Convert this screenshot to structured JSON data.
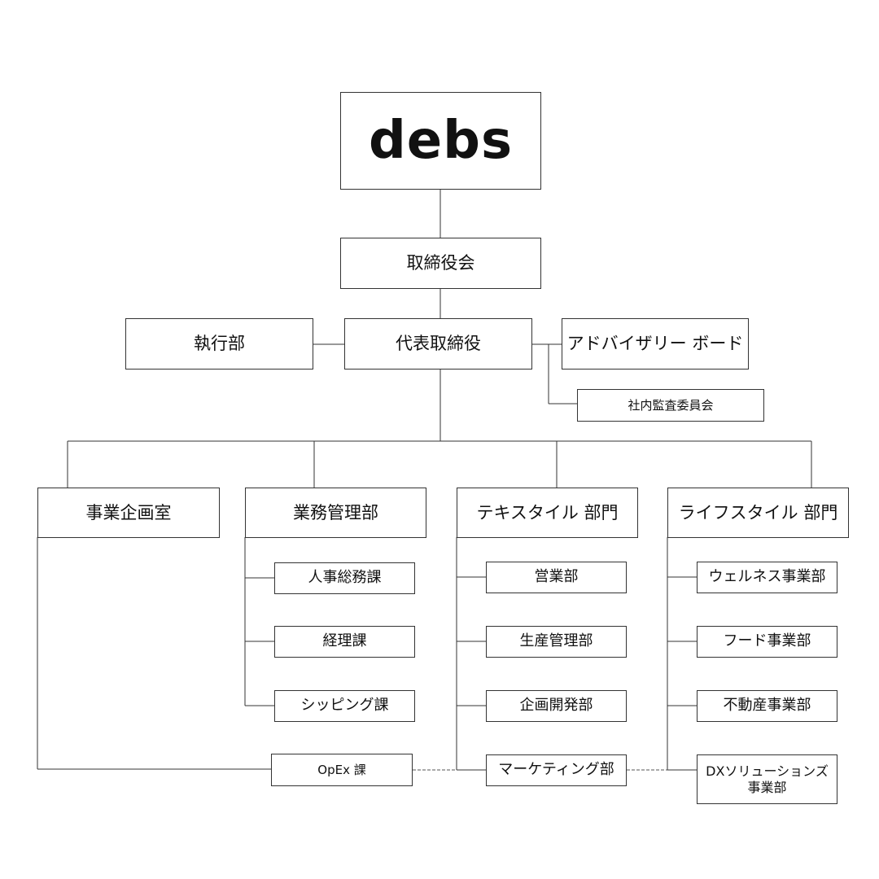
{
  "logo": {
    "text": "debs"
  },
  "board": {
    "label": "取締役会"
  },
  "executive": {
    "label": "執行部"
  },
  "ceo": {
    "label": "代表取締役"
  },
  "advisory": {
    "label": "アドバイザリー ボード"
  },
  "audit": {
    "label": "社内監査委員会"
  },
  "planning": {
    "label": "事業企画室"
  },
  "admin": {
    "label": "業務管理部",
    "children": [
      "人事総務課",
      "経理課",
      "シッピング課"
    ]
  },
  "textile": {
    "label": "テキスタイル 部門",
    "children": [
      "営業部",
      "生産管理部",
      "企画開発部",
      "マーケティング部"
    ]
  },
  "lifestyle": {
    "label": "ライフスタイル 部門",
    "children": [
      "ウェルネス事業部",
      "フード事業部",
      "不動産事業部"
    ],
    "dx": {
      "line1": "DXソリューションズ",
      "line2": "事業部"
    }
  },
  "opex": {
    "label": "OpEx 課"
  },
  "colors": {
    "line": "#333333",
    "border": "#333333",
    "text": "#111111"
  }
}
